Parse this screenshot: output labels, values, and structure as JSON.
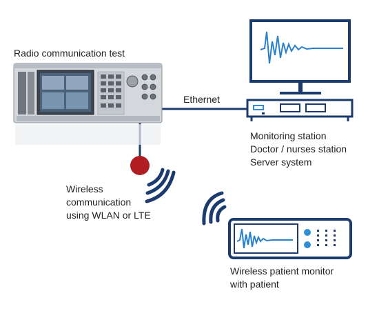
{
  "labels": {
    "radio_tester": "Radio communication test",
    "ethernet": "Ethernet",
    "monitoring_lines": [
      "Monitoring station",
      "Doctor / nurses station",
      "Server system"
    ],
    "wireless_lines": [
      "Wireless",
      "communication",
      "using WLAN or LTE"
    ],
    "patient_monitor_lines": [
      "Wireless patient monitor",
      "with patient"
    ]
  },
  "colors": {
    "navy": "#1b3b6e",
    "cable_red": "#b01e23",
    "accent_blue": "#2f8fd6",
    "waveform_blue": "#2a7fc9"
  }
}
